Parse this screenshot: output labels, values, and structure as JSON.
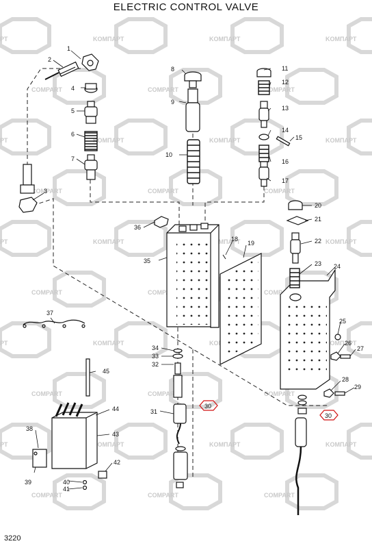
{
  "title": "ELECTRIC CONTROL VALVE",
  "page_code": "3220",
  "watermark": {
    "brand_a": "KOMПАРТ",
    "brand_b": "COMPART",
    "color": "#d8d8d8"
  },
  "callout_color": "#d01010",
  "parts": [
    {
      "id": "p1",
      "label": "1"
    },
    {
      "id": "p2",
      "label": "2"
    },
    {
      "id": "p3",
      "label": "3"
    },
    {
      "id": "p4",
      "label": "4"
    },
    {
      "id": "p5",
      "label": "5"
    },
    {
      "id": "p6",
      "label": "6"
    },
    {
      "id": "p7",
      "label": "7"
    },
    {
      "id": "p8",
      "label": "8"
    },
    {
      "id": "p9",
      "label": "9"
    },
    {
      "id": "p10",
      "label": "10"
    },
    {
      "id": "p11",
      "label": "11"
    },
    {
      "id": "p12",
      "label": "12"
    },
    {
      "id": "p13",
      "label": "13"
    },
    {
      "id": "p14",
      "label": "14"
    },
    {
      "id": "p15",
      "label": "15"
    },
    {
      "id": "p16",
      "label": "16"
    },
    {
      "id": "p17",
      "label": "17"
    },
    {
      "id": "p18",
      "label": "18"
    },
    {
      "id": "p19",
      "label": "19"
    },
    {
      "id": "p20",
      "label": "20"
    },
    {
      "id": "p21",
      "label": "21"
    },
    {
      "id": "p22",
      "label": "22"
    },
    {
      "id": "p23",
      "label": "23"
    },
    {
      "id": "p24",
      "label": "24"
    },
    {
      "id": "p25",
      "label": "25"
    },
    {
      "id": "p26",
      "label": "26"
    },
    {
      "id": "p27",
      "label": "27"
    },
    {
      "id": "p28",
      "label": "28"
    },
    {
      "id": "p29",
      "label": "29"
    },
    {
      "id": "p30a",
      "label": "30"
    },
    {
      "id": "p30b",
      "label": "30"
    },
    {
      "id": "p31",
      "label": "31"
    },
    {
      "id": "p32",
      "label": "32"
    },
    {
      "id": "p33",
      "label": "33"
    },
    {
      "id": "p34",
      "label": "34"
    },
    {
      "id": "p35",
      "label": "35"
    },
    {
      "id": "p36",
      "label": "36"
    },
    {
      "id": "p37",
      "label": "37"
    },
    {
      "id": "p38",
      "label": "38"
    },
    {
      "id": "p39",
      "label": "39"
    },
    {
      "id": "p40",
      "label": "40"
    },
    {
      "id": "p41",
      "label": "41"
    },
    {
      "id": "p42",
      "label": "42"
    },
    {
      "id": "p43",
      "label": "43"
    },
    {
      "id": "p44",
      "label": "44"
    },
    {
      "id": "p45",
      "label": "45"
    }
  ]
}
